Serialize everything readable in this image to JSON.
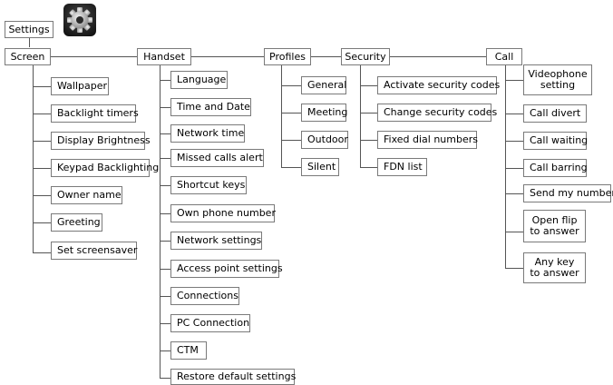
{
  "root": {
    "label": "Settings"
  },
  "menus": {
    "screen": {
      "label": "Screen",
      "items": [
        "Wallpaper",
        "Backlight timers",
        "Display Brightness",
        "Keypad Backlighting",
        "Owner name",
        "Greeting",
        "Set screensaver"
      ]
    },
    "handset": {
      "label": "Handset",
      "items": [
        "Language",
        "Time and Date",
        "Network time",
        "Missed calls alert",
        "Shortcut keys",
        "Own phone number",
        "Network settings",
        "Access point settings",
        "Connections",
        "PC Connection",
        "CTM",
        "Restore default settings"
      ]
    },
    "profiles": {
      "label": "Profiles",
      "items": [
        "General",
        "Meeting",
        "Outdoor",
        "Silent"
      ]
    },
    "security": {
      "label": "Security",
      "items": [
        "Activate security codes",
        "Change security codes",
        "Fixed dial numbers",
        "FDN list"
      ]
    },
    "call": {
      "label": "Call",
      "items": [
        "Videophone\nsetting",
        "Call divert",
        "Call waiting",
        "Call barring",
        "Send my number",
        "Open flip\nto answer",
        "Any key\nto answer"
      ]
    }
  },
  "icon": "settings-gear-icon"
}
